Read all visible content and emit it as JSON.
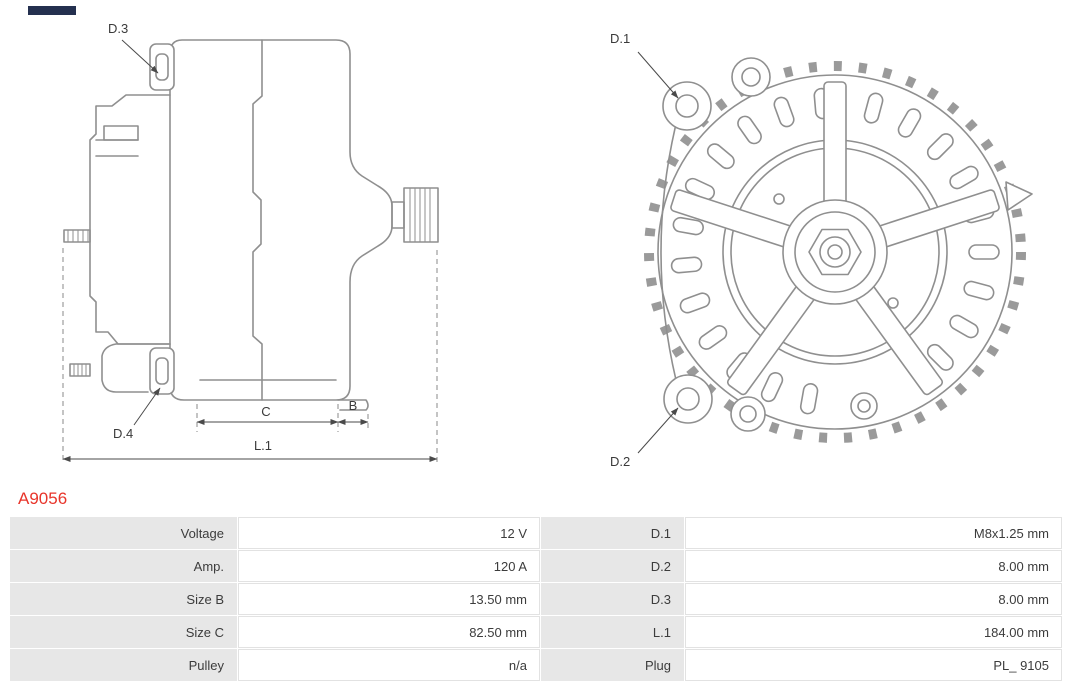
{
  "page": {
    "part_number": "A9056"
  },
  "diagram": {
    "labels": {
      "d1": "D.1",
      "d2": "D.2",
      "d3": "D.3",
      "d4": "D.4",
      "b": "B",
      "c": "C",
      "l1": "L.1"
    }
  },
  "spec_table": {
    "rows": [
      {
        "label_left": "Voltage",
        "value_left": "12 V",
        "label_right": "D.1",
        "value_right": "M8x1.25 mm"
      },
      {
        "label_left": "Amp.",
        "value_left": "120 A",
        "label_right": "D.2",
        "value_right": "8.00 mm"
      },
      {
        "label_left": "Size B",
        "value_left": "13.50 mm",
        "label_right": "D.3",
        "value_right": "8.00 mm"
      },
      {
        "label_left": "Size C",
        "value_left": "82.50 mm",
        "label_right": "L.1",
        "value_right": "184.00 mm"
      },
      {
        "label_left": "Pulley",
        "value_left": "n/a",
        "label_right": "Plug",
        "value_right": "PL_ 9105"
      }
    ]
  }
}
